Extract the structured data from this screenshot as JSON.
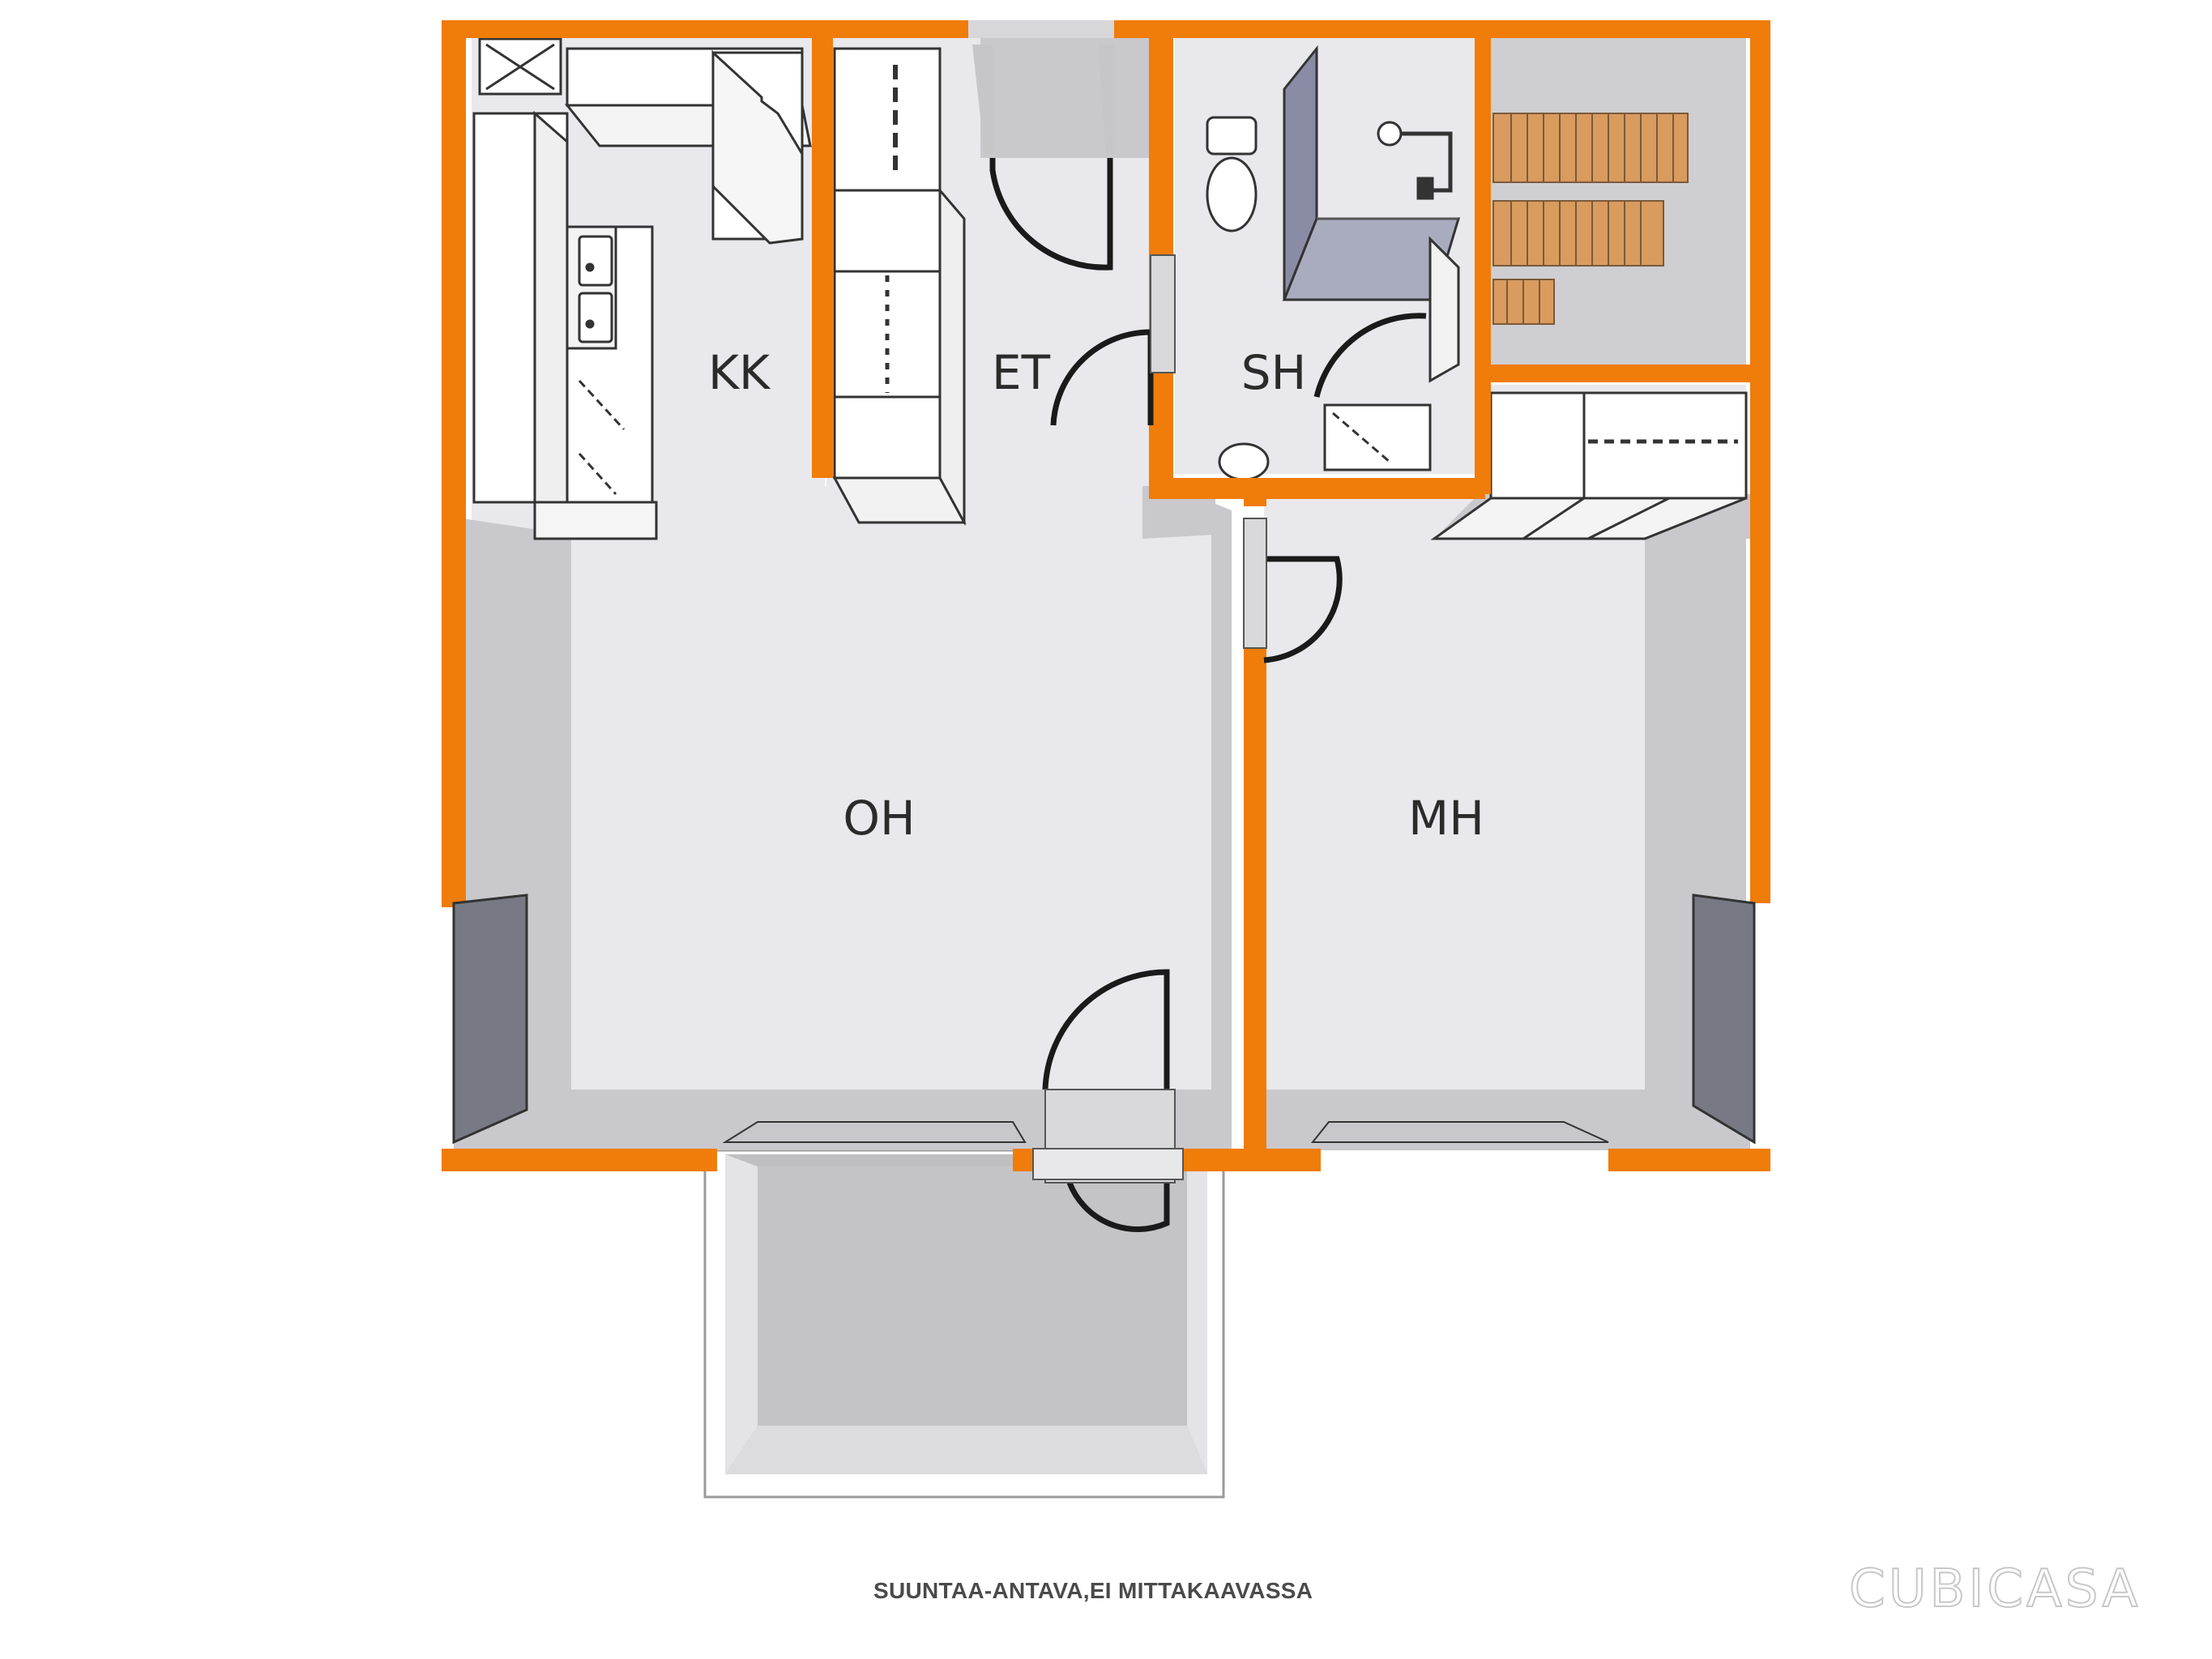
{
  "floorplan": {
    "rooms": [
      {
        "id": "kk",
        "label": "KK"
      },
      {
        "id": "et",
        "label": "ET"
      },
      {
        "id": "sh",
        "label": "SH"
      },
      {
        "id": "oh",
        "label": "OH"
      },
      {
        "id": "mh",
        "label": "MH"
      }
    ],
    "disclaimer": "SUUNTAA-ANTAVA,EI MITTAKAAVASSA",
    "brand": "CUBICASA"
  },
  "colors": {
    "wall": "#f07c0a",
    "floor": "#e9e8ec",
    "wall_side": "#c9c8cc",
    "balcony": "#c3c3c6",
    "glass": "#777a85",
    "sauna_bench": "#d99b5e"
  }
}
